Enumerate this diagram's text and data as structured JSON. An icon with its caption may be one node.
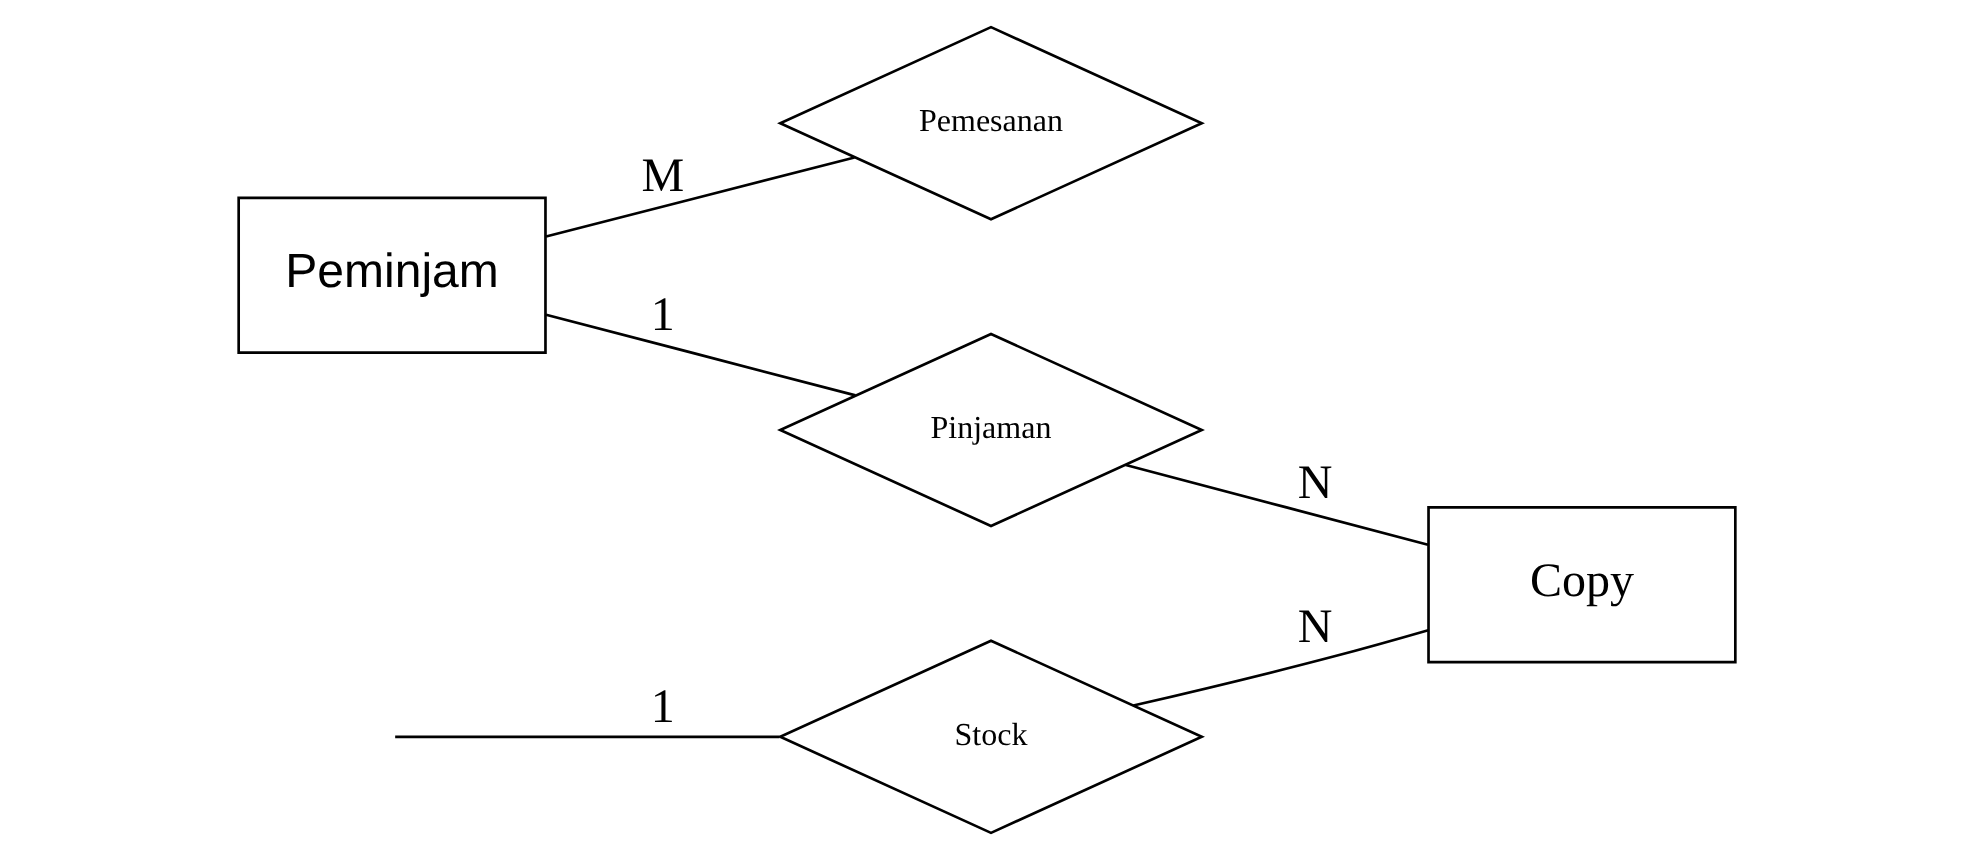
{
  "diagram": {
    "nodes": [
      {
        "text": [
          "Pemesanan"
        ]
      },
      {
        "text": [
          "Stock"
        ]
      },
      {
        "text": [
          "Peminjam"
        ]
      },
      {
        "text": [
          "Pinjaman"
        ]
      },
      {
        "text": [
          "Copy"
        ]
      }
    ],
    "edges": [
      {
        "from": 2,
        "to": 0,
        "arrow": "none",
        "label": "M"
      },
      {
        "from": null,
        "to": 1,
        "arrow": "none",
        "label": "1"
      },
      {
        "from": 2,
        "to": 3,
        "arrow": "none",
        "label": "1"
      },
      {
        "from": 1,
        "to": 4,
        "arrow": "none",
        "label": "N"
      },
      {
        "from": 3,
        "to": 4,
        "arrow": "none",
        "label": "N"
      }
    ]
  }
}
